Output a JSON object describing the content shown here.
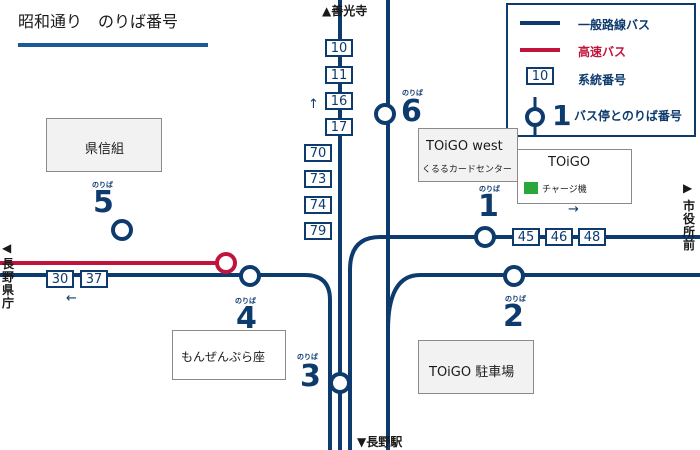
{
  "title": "昭和通り　のりば番号",
  "legend": {
    "regular_bus": "一般路線バス",
    "express_bus": "高速バス",
    "route_number_label": "系統番号",
    "route_sample": "10",
    "stop_label": "バス停とのりば番号",
    "stop_sample": "1"
  },
  "colors": {
    "regular": "#0d3b6e",
    "express": "#c0143c"
  },
  "directions": {
    "north": "▲善光寺",
    "south": "▼長野駅",
    "west_arrow": "◀",
    "west": "長野県庁",
    "east_arrow": "▶",
    "east": "市役所前"
  },
  "arrows": {
    "north": "↑",
    "west": "←",
    "east": "→"
  },
  "buildings": {
    "kenshinkumi": "県信組",
    "monzen": "もんぜんぷら座",
    "toigo_west": "TOiGO west",
    "toigo_west_sub": "くるるカードセンター",
    "toigo": "TOiGO",
    "toigo_charge": "チャージ機",
    "toigo_parking": "TOiGO 駐車場"
  },
  "stops": [
    {
      "small": "のりば",
      "number": "1",
      "routes": [
        "45",
        "46",
        "48"
      ]
    },
    {
      "small": "のりば",
      "number": "2",
      "routes": []
    },
    {
      "small": "のりば",
      "number": "3",
      "routes": []
    },
    {
      "small": "のりば",
      "number": "4",
      "routes": [
        "30",
        "37"
      ]
    },
    {
      "small": "のりば",
      "number": "5",
      "routes": []
    },
    {
      "small": "のりば",
      "number": "6",
      "routes": [
        "10",
        "11",
        "16",
        "17"
      ]
    }
  ],
  "routes_north_extra": [
    "70",
    "73",
    "74",
    "79"
  ]
}
